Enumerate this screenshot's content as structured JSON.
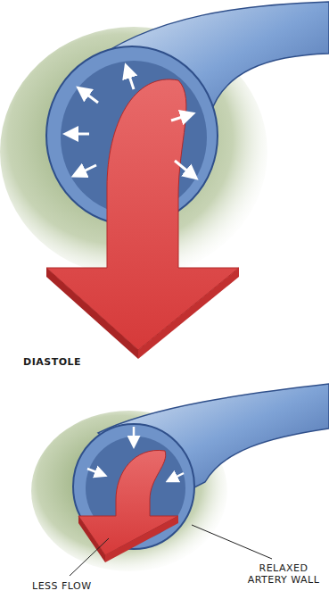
{
  "diagram": {
    "labels": [
      "DIASTOLE",
      "LESS FLOW",
      "RELAXED ARTERY WALL"
    ]
  }
}
